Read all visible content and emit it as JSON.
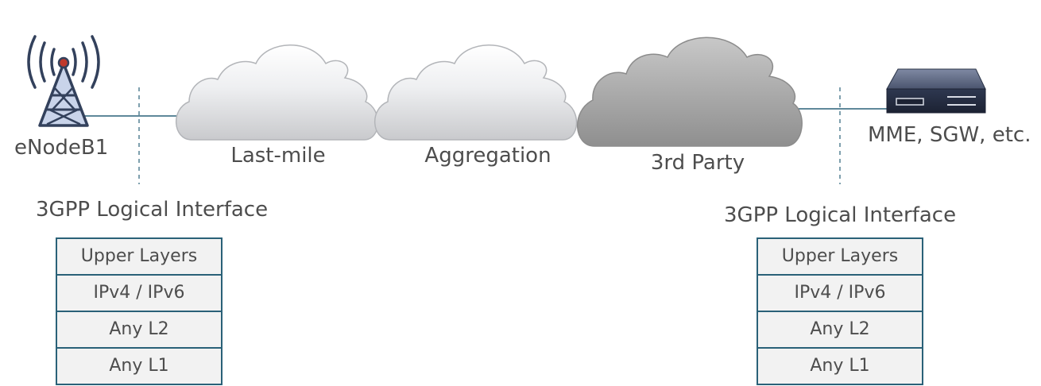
{
  "nodes": {
    "enodeb": {
      "label": "eNodeB1"
    },
    "core": {
      "label": "MME, SGW, etc."
    }
  },
  "clouds": [
    {
      "label": "Last-mile",
      "color": "#e6e7ea"
    },
    {
      "label": "Aggregation",
      "color": "#e6e7ea"
    },
    {
      "label": "3rd Party",
      "color": "#a9a9a9"
    }
  ],
  "interfaces": {
    "left": {
      "title": "3GPP Logical Interface",
      "layers": [
        "Upper Layers",
        "IPv4 / IPv6",
        "Any L2",
        "Any L1"
      ]
    },
    "right": {
      "title": "3GPP Logical Interface",
      "layers": [
        "Upper Layers",
        "IPv4 / IPv6",
        "Any L2",
        "Any L1"
      ]
    }
  },
  "colors": {
    "accent": "#2a6178",
    "antenna_red": "#c0392b",
    "server_dark": "#2b3447"
  }
}
